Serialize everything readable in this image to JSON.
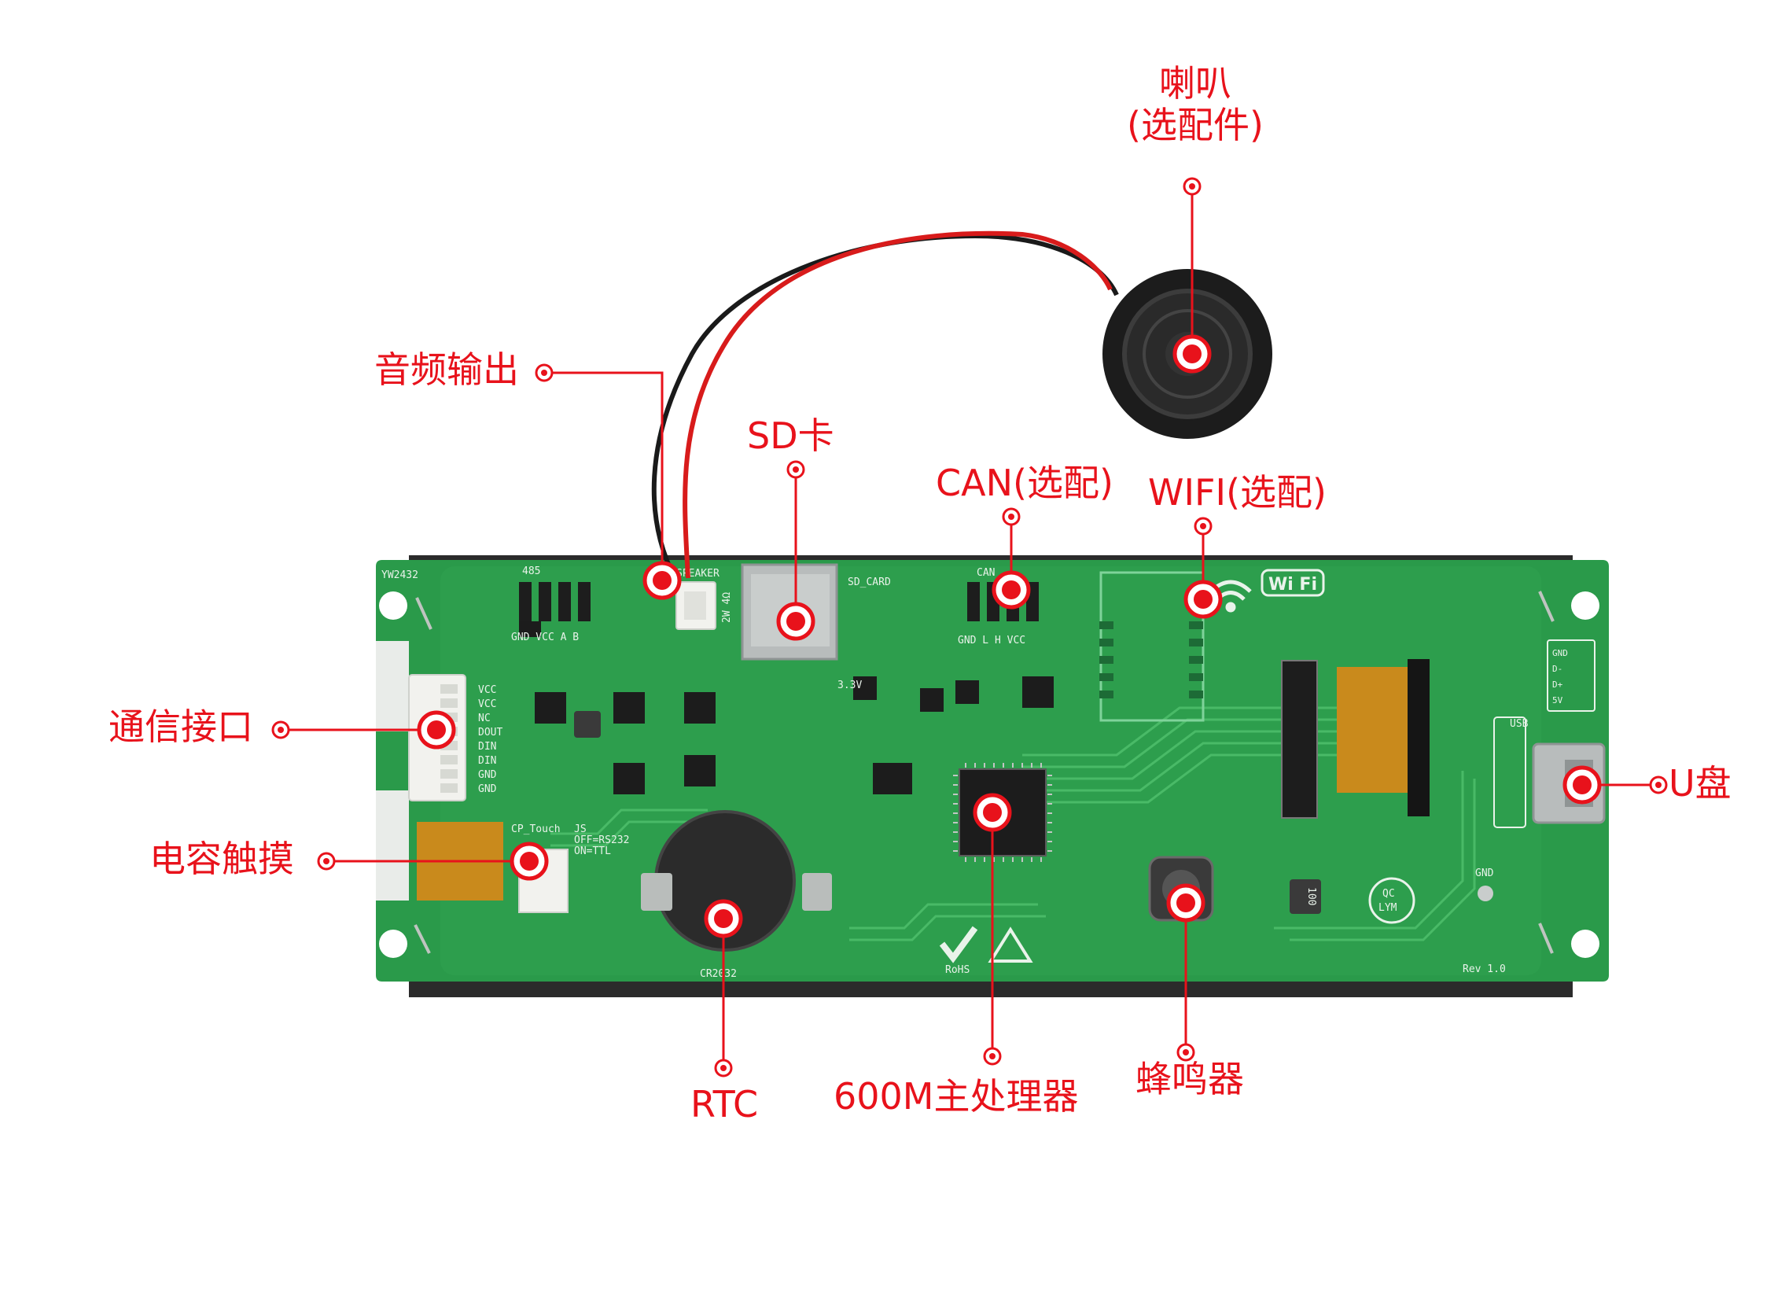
{
  "colors": {
    "callout": "#e8121b",
    "pcb": "#2a9a4a",
    "pcb_dark": "#1f7f3c",
    "silkscreen": "#e9f3ea",
    "chip": "#1c1c1c",
    "connector": "#f2f2ee",
    "fpc": "#c98a1c"
  },
  "callouts": {
    "speaker": {
      "line1": "喇叭",
      "line2": "(选配件)"
    },
    "audio_out": "音频输出",
    "sd_card": "SD卡",
    "can": "CAN(选配)",
    "wifi": "WIFI(选配)",
    "comm_port": "通信接口",
    "cap_touch": "电容触摸",
    "usb_disk": "U盘",
    "rtc": "RTC",
    "processor": "600M主处理器",
    "buzzer": "蜂鸣器"
  },
  "board": {
    "silk_top_left": "YW2432",
    "silk_485": "485",
    "silk_speaker": "SPEAKER",
    "silk_2w": "2W 4Ω",
    "silk_sd": "SD_CARD",
    "silk_can": "CAN",
    "silk_gnd_vcc_ab": "GND VCC A B",
    "silk_gnd_lh_vcc": "GND L H VCC",
    "silk_wifi_logo": "Wi Fi",
    "silk_cp_touch": "CP_Touch",
    "silk_js": "JS",
    "silk_off": "OFF=RS232",
    "silk_on": "ON=TTL",
    "silk_cr2032": "CR2032",
    "silk_rohs": "RoHS",
    "silk_usb": "USB",
    "silk_gnd": "GND",
    "silk_rev": "Rev 1.0",
    "silk_qc": "QC",
    "silk_lym": "LYM",
    "silk_100": "100",
    "silk_3v3": "3.3V",
    "comm_pins": [
      "VCC",
      "VCC",
      "NC",
      "DOUT",
      "DIN",
      "DIN",
      "GND",
      "GND"
    ],
    "p1_pins": [
      "GND",
      "D-",
      "D+",
      "5V"
    ]
  }
}
